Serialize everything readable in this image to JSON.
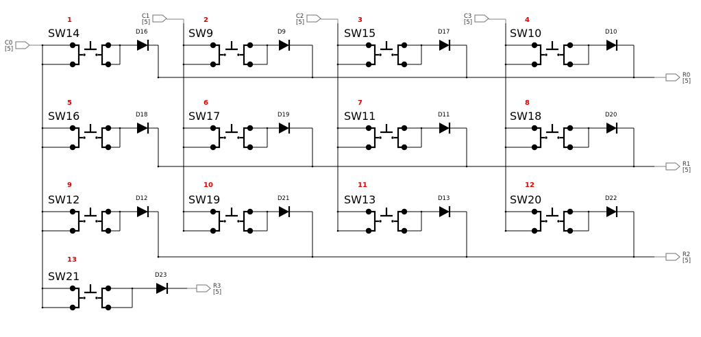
{
  "title": "Keyboard matrix schematic",
  "colors": {
    "wire": "#000000",
    "port_outline": "#707070",
    "key_number": "#e00000"
  },
  "column_ports": [
    {
      "name": "C0",
      "bus": "[5]"
    },
    {
      "name": "C1",
      "bus": "[5]"
    },
    {
      "name": "C2",
      "bus": "[5]"
    },
    {
      "name": "C3",
      "bus": "[5]"
    }
  ],
  "row_ports": [
    {
      "name": "R0",
      "bus": "[5]"
    },
    {
      "name": "R1",
      "bus": "[5]"
    },
    {
      "name": "R2",
      "bus": "[5]"
    },
    {
      "name": "R3",
      "bus": "[5]"
    }
  ],
  "keys": [
    {
      "number": "1",
      "switch": "SW14",
      "diode": "D16",
      "row": 0,
      "col": 0
    },
    {
      "number": "2",
      "switch": "SW9",
      "diode": "D9",
      "row": 0,
      "col": 1
    },
    {
      "number": "3",
      "switch": "SW15",
      "diode": "D17",
      "row": 0,
      "col": 2
    },
    {
      "number": "4",
      "switch": "SW10",
      "diode": "D10",
      "row": 0,
      "col": 3
    },
    {
      "number": "5",
      "switch": "SW16",
      "diode": "D18",
      "row": 1,
      "col": 0
    },
    {
      "number": "6",
      "switch": "SW17",
      "diode": "D19",
      "row": 1,
      "col": 1
    },
    {
      "number": "7",
      "switch": "SW11",
      "diode": "D11",
      "row": 1,
      "col": 2
    },
    {
      "number": "8",
      "switch": "SW18",
      "diode": "D20",
      "row": 1,
      "col": 3
    },
    {
      "number": "9",
      "switch": "SW12",
      "diode": "D12",
      "row": 2,
      "col": 0
    },
    {
      "number": "10",
      "switch": "SW19",
      "diode": "D21",
      "row": 2,
      "col": 1
    },
    {
      "number": "11",
      "switch": "SW13",
      "diode": "D13",
      "row": 2,
      "col": 2
    },
    {
      "number": "12",
      "switch": "SW20",
      "diode": "D22",
      "row": 2,
      "col": 3
    },
    {
      "number": "13",
      "switch": "SW21",
      "diode": "D23",
      "row": 3,
      "col": 0
    }
  ]
}
